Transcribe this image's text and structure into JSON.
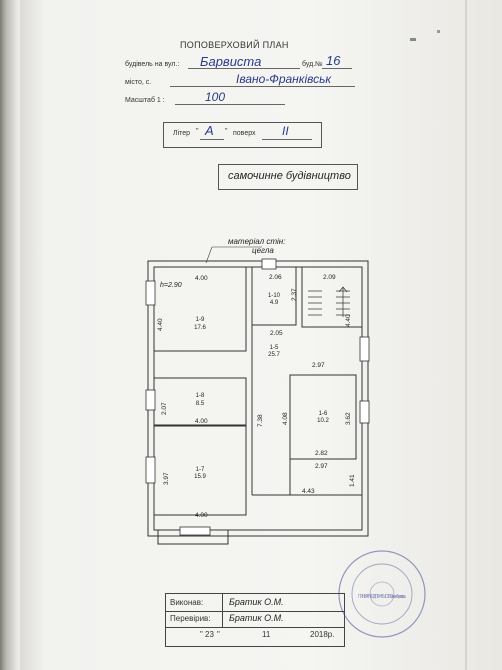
{
  "form": {
    "title": "ПОПОВЕРХОВИЙ ПЛАН",
    "street_label": "будівель на вул.:",
    "street_value": "Барвиста",
    "building_no_label": "буд.№",
    "building_no_value": "16",
    "city_label": "місто, с.",
    "city_value": "Івано-Франківськ",
    "scale_label": "Масштаб 1 :",
    "scale_value": "100",
    "liter_label": "Літер",
    "liter_value": "А",
    "floor_label": "поверх",
    "floor_value": "II",
    "note": "самочинне будівництво"
  },
  "plan": {
    "material_label": "матеріал стін:",
    "material_value": "цегла",
    "ceiling_height": "h=2.90",
    "dims": [
      "4.00",
      "2.06",
      "2.09",
      "4.40",
      "2.37",
      "4.40",
      "2.05",
      "2.97",
      "2.07",
      "7.38",
      "4.08",
      "3.62",
      "4.00",
      "2.82",
      "2.97",
      "3.97",
      "1.41",
      "4.43",
      "4.00"
    ],
    "rooms": [
      {
        "no": "1-9",
        "area": "17.6"
      },
      {
        "no": "1-10",
        "area": "4.9"
      },
      {
        "no": "1-5",
        "area": "25.7"
      },
      {
        "no": "1-8",
        "area": "8.5"
      },
      {
        "no": "1-6",
        "area": "10.2"
      },
      {
        "no": "1-7",
        "area": "15.9"
      }
    ]
  },
  "signatures": {
    "made_label": "Виконав:",
    "made_value": "Братик О.М.",
    "checked_label": "Перевірив:",
    "checked_value": "Братик О.М.",
    "date_day": "23",
    "date_month": "11",
    "date_year": "2018р."
  },
  "stamp": {
    "text": "ПРИВАТНЕ ПІДПРИЄМСТВО Івано-Франківськ"
  }
}
